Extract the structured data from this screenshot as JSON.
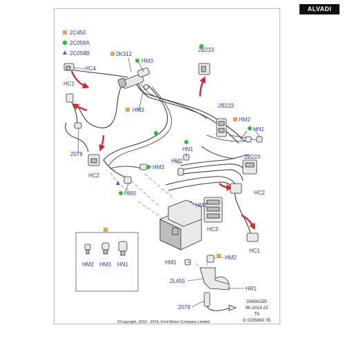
{
  "brand": "ALVADI",
  "colors": {
    "orange": "#f0a04b",
    "green": "#1fc41f",
    "purple": "#8e3fc8",
    "arrow": "#d2282a",
    "label": "#1f3f9a"
  },
  "legend": [
    {
      "marker": "orange-square",
      "code": "2C450"
    },
    {
      "marker": "green-dot",
      "code": "2C058A"
    },
    {
      "marker": "purple-triangle",
      "code": "2C058B"
    }
  ],
  "labels": {
    "hc4": "HC4",
    "hc1_left": "HC1",
    "hm3_top": "HM3",
    "k2k312": "2K312",
    "hm3_mid": "HM3",
    "b2b223_top": "2B223",
    "b2b223_mid": "2B223",
    "hm2_right": "HM2",
    "hn1_right": "HN1",
    "hn1_center": "HN1",
    "hm2_center": "HM2",
    "b2b223_low": "2B223",
    "hm3_low": "HM3",
    "n2078_left": "2078",
    "hc2_left": "HC2",
    "hm3_bottom": "HM3",
    "hm2_lower": "HM2",
    "hc2_right": "HC2",
    "hc3": "HC3",
    "hc1_right": "HC1",
    "hm2_box": "HM2",
    "hm3_box": "HM3",
    "hn1_box": "HN1",
    "hm1": "HM1",
    "hm2_bottom": "HM2",
    "l2l455": "2L455",
    "hr1": "HR1",
    "n2078_bottom": "2078"
  },
  "codes": [
    "2060615D",
    "06-2014 22",
    "T9",
    "G 0235881 05"
  ],
  "copyright": "©Copyright, 2010 - 2014, Ford Motor Company Limited"
}
